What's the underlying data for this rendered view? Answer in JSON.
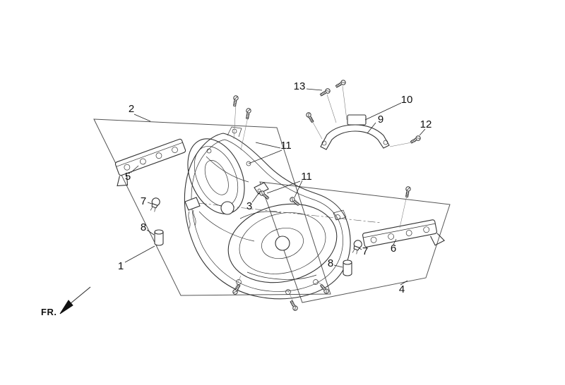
{
  "diagram": {
    "callouts": {
      "c1": "1",
      "c2": "2",
      "c3": "3",
      "c4": "4",
      "c5": "5",
      "c6": "6",
      "c7a": "7",
      "c7b": "7",
      "c8a": "8",
      "c8b": "8",
      "c9": "9",
      "c10": "10",
      "c11a": "11",
      "c11b": "11",
      "c12": "12",
      "c13": "13"
    },
    "direction_label": "FR.",
    "line_color": "#333333",
    "background_color": "#ffffff"
  }
}
